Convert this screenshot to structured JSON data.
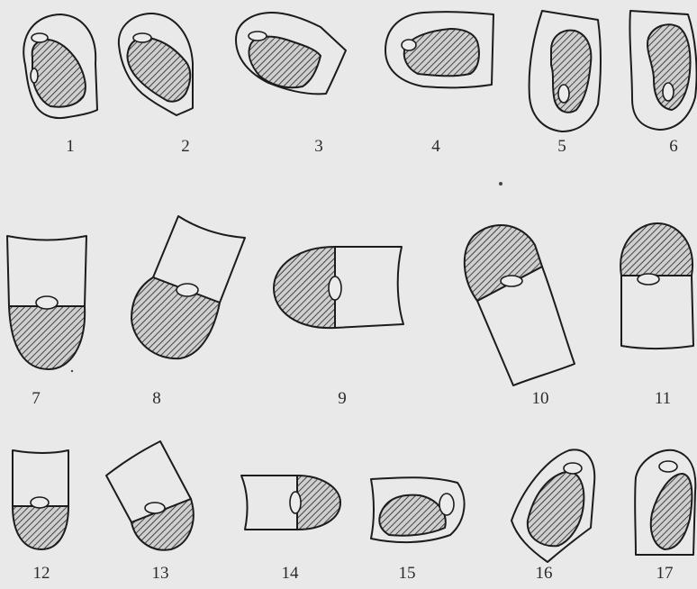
{
  "figures": [
    {
      "id": 1,
      "label": "1"
    },
    {
      "id": 2,
      "label": "2"
    },
    {
      "id": 3,
      "label": "3"
    },
    {
      "id": 4,
      "label": "4"
    },
    {
      "id": 5,
      "label": "5"
    },
    {
      "id": 6,
      "label": "6"
    },
    {
      "id": 7,
      "label": "7"
    },
    {
      "id": 8,
      "label": "8"
    },
    {
      "id": 9,
      "label": "9"
    },
    {
      "id": 10,
      "label": "10"
    },
    {
      "id": 11,
      "label": "11"
    },
    {
      "id": 12,
      "label": "12"
    },
    {
      "id": 13,
      "label": "13"
    },
    {
      "id": 14,
      "label": "14"
    },
    {
      "id": 15,
      "label": "15"
    },
    {
      "id": 16,
      "label": "16"
    },
    {
      "id": 17,
      "label": "17"
    }
  ],
  "colors": {
    "background": "#e9e9e9",
    "ink": "#1c1c1c"
  }
}
